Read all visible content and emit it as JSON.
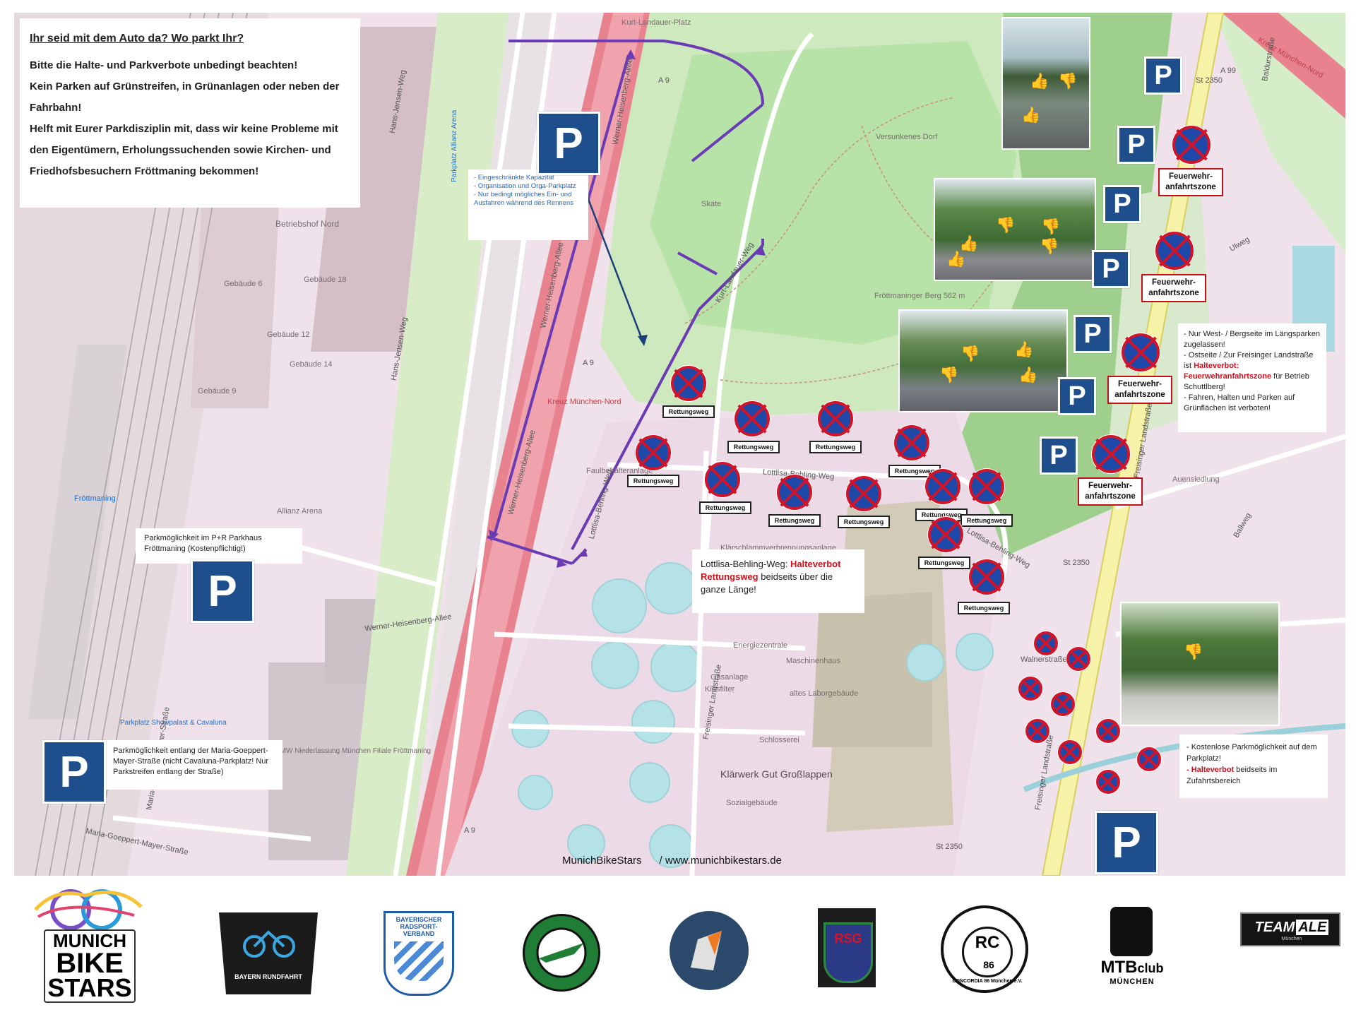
{
  "intro": {
    "heading": "Ihr seid mit dem Auto da? Wo parkt Ihr?",
    "line1": "Bitte die Halte- und Parkverbote unbedingt beachten!",
    "line2": "Kein Parken auf Grünstreifen, in Grünanlagen oder neben der Fahrbahn!",
    "line3": "Helft mit Eurer Parkdisziplin mit, dass wir keine Probleme mit den Eigentümern, Erholungssuchenden sowie Kirchen- und Friedhofsbesuchern Fröttmaning bekommen!"
  },
  "capacity_note": {
    "l1": "- Eingeschränkte Kapazität",
    "l2": "- Organisation und Orga-Parkplatz",
    "l3": "- Nur bedingt mögliches Ein- und Ausfahren während des Rennens"
  },
  "parkhaus_note": "Parkmöglichkeit im P+R Parkhaus Fröttmaning (Kostenpflichtig!)",
  "maria_note": "Parkmöglichkeit entlang der Maria-Goeppert-Mayer-Straße (nicht Cavaluna-Parkplatz! Nur Parkstreifen entlang der Straße)",
  "lottlisa_note": {
    "prefix": "Lottlisa-Behling-Weg: ",
    "red1": "Halteverbot",
    "red2": "Rettungsweg",
    "suffix": " beidseits über die ganze Länge!"
  },
  "west_note": {
    "l1": "- Nur West- / Bergseite im Längsparken zugelassen!",
    "l2": "- Ostseite / Zur Freisinger Landstraße ist ",
    "red1": "Halteverbot:",
    "red2": "Feuerwehranfahrtszone",
    "l3": " für Betrieb Schuttlberg!",
    "l4": "- Fahren, Halten und Parken auf Grünflächen ist verboten!"
  },
  "free_note": {
    "l1": "- Kostenlose Parkmöglichkeit auf dem Parkplatz!",
    "red": "- Halteverbot",
    "l2": " beidseits im Zufahrtsbereich"
  },
  "rettungsweg": "Rettungsweg",
  "feuerwehr": "Feuerwehr-anfahrtszone",
  "p_letter": "P",
  "footer": "MunichBikeStars      / www.munichbikestars.de",
  "map_labels": {
    "betriebshof": "Betriebshof Nord",
    "geb18": "Gebäude 18",
    "geb6": "Gebäude 6",
    "geb12": "Gebäude 12",
    "geb14": "Gebäude 14",
    "geb9": "Gebäude 9",
    "froettmaning": "Fröttmaning",
    "allianz": "Allianz Arena",
    "kurt_platz": "Kurt-Landauer-Platz",
    "versunkenes": "Versunkenes Dorf",
    "skate": "Skate",
    "berg": "Fröttmaninger Berg 562 m",
    "faulbehaelter": "Faulbehälteranlage",
    "klaerschlamm": "Klärschlammverbrennungsanlage",
    "energie": "Energiezentrale",
    "maschinen": "Maschinenhaus",
    "gas": "Gasanlage",
    "kies": "Kiesfilter",
    "labor": "altes Laborgebäude",
    "schlosserei": "Schlosserei",
    "klaerwerk": "Klärwerk Gut Großlappen",
    "sozial": "Sozialgebäude",
    "bmw": "BMW Niederlassung München Filiale Fröttmaning",
    "parkplatz": "Parkplatz Showpalast & Cavaluna",
    "auensiedlung": "Auensiedlung",
    "kreuz": "Kreuz München-Nord",
    "kreuz2": "Kreuz München-Nord",
    "a99": "A 99",
    "a9a": "A 9",
    "a9b": "A 9",
    "a9c": "A 9",
    "st2350a": "St 2350",
    "st2350b": "St 2350",
    "st2350c": "St 2350",
    "hans": "Hans-Jensen-Weg",
    "heisenberg": "Werner-Heisenberg-Allee",
    "heisenberg2": "Werner-Heisenberg-Allee",
    "heisenberg3": "Werner-Heisenberg-Allee",
    "heisenberg4": "Werner-Heisenberg-Allee",
    "lottlisa1": "Lottlisa-Behling-Weg",
    "lottlisa2": "Lottlisa-Behling-Weg",
    "lottlisa3": "Lottlisa-Behling-Weg",
    "kurtweg": "Kurt-Landauer-Weg",
    "freisinger": "Freisinger Landstraße",
    "freisinger2": "Freisinger Landstraße",
    "freisinger3": "Freisinger Landstraße",
    "maria": "Maria-Goeppert-Mayer-Straße",
    "maria2": "Maria-Goeppert-Mayer-Straße",
    "walner": "Walnerstraße",
    "baldur": "Baldurstraße",
    "ballweg": "Ballweg",
    "ulweg": "Ulweg",
    "parkplatz_blue": "Parkplatz Allianz Arena"
  },
  "logos": {
    "mbs1": "MUNICH",
    "mbs2": "BIKE",
    "mbs3": "STARS",
    "bayern": "BAYERN RUNDFAHRT",
    "brv1": "BAYERISCHER",
    "brv2": "RADSPORT-",
    "brv3": "VERBAND",
    "rsg": "RSG",
    "rc": "RC",
    "rc86": "86",
    "concordia": "CONCORDIA 86 München e.V.",
    "mtb1": "MTB",
    "mtb2": "club",
    "mtb3": "MÜNCHEN",
    "team": "TEAM",
    "ale": "ALE",
    "teamsub": "München"
  },
  "colors": {
    "parking_blue": "#1f4e8c",
    "prohibition_red": "#d1142a",
    "prohibition_blue": "#1e49a8",
    "highway": "#e8828f",
    "green_area": "#bfe6b3",
    "route_purple": "#6a3bb5"
  },
  "icons": [
    "parking-sign",
    "no-stopping-sign",
    "thumbs-up-icon",
    "thumbs-down-icon"
  ]
}
